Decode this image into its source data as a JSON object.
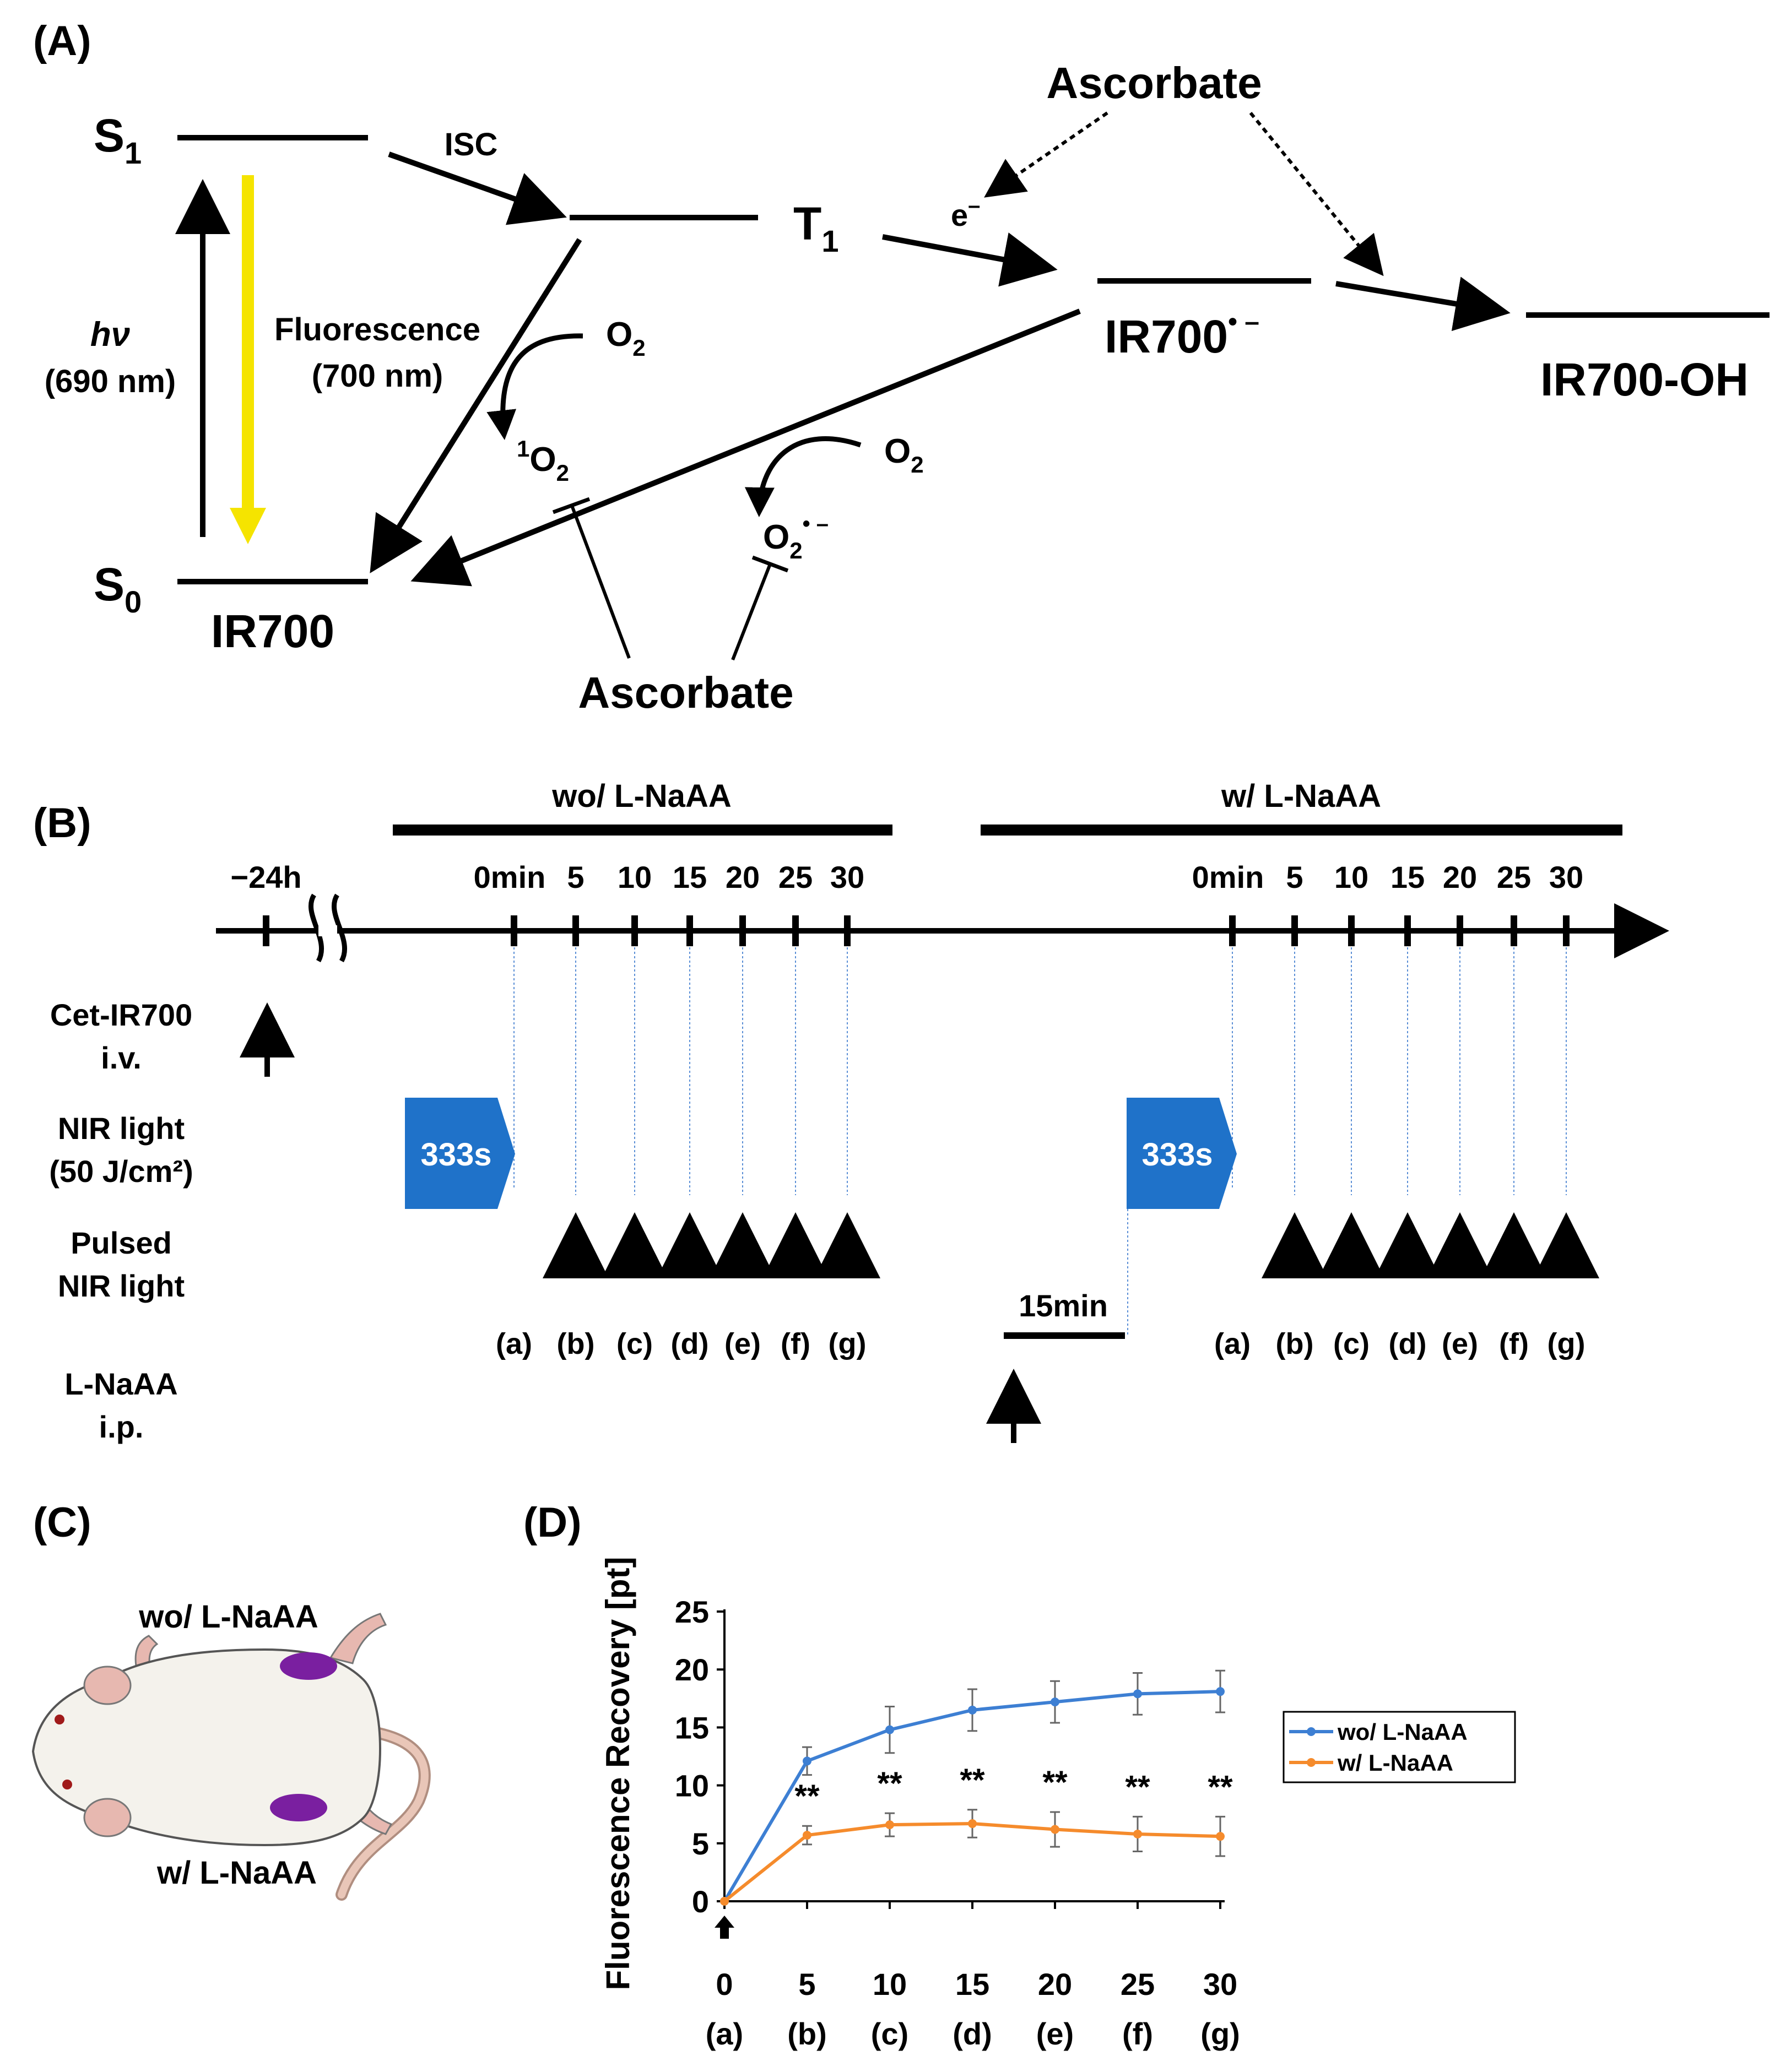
{
  "panels": {
    "a": "(A)",
    "b": "(B)",
    "c": "(C)",
    "d": "(D)"
  },
  "jablonski": {
    "s1": "S",
    "s1_sub": "1",
    "s0": "S",
    "s0_sub": "0",
    "t1": "T",
    "t1_sub": "1",
    "isc": "ISC",
    "hv": "hν",
    "excitation_wavelength": "(690 nm)",
    "fluorescence": "Fluorescence",
    "fluorescence_wavelength": "(700 nm)",
    "ground_state": "IR700",
    "radical_anion": "IR700",
    "radical_mark": "• –",
    "product": "IR700-OH",
    "ascorbate_top": "Ascorbate",
    "ascorbate_bottom": "Ascorbate",
    "electron": "e",
    "electron_sup": "–",
    "o2": "O",
    "o2_sub": "2",
    "singlet_sup": "1",
    "superoxide_sup": "• –",
    "colors": {
      "fluorescence_arrow": "#f5e400",
      "line": "#000000"
    }
  },
  "timeline": {
    "group_without": "wo/ L-NaAA",
    "group_with": "w/ L-NaAA",
    "minus24h": "−24h",
    "ticks_without": [
      "0min",
      "5",
      "10",
      "15",
      "20",
      "25",
      "30"
    ],
    "ticks_with": [
      "0min",
      "5",
      "10",
      "15",
      "20",
      "25",
      "30"
    ],
    "letters_without": [
      "(a)",
      "(b)",
      "(c)",
      "(d)",
      "(e)",
      "(f)",
      "(g)"
    ],
    "letters_with": [
      "(a)",
      "(b)",
      "(c)",
      "(d)",
      "(e)",
      "(f)",
      "(g)"
    ],
    "row_cet": [
      "Cet-IR700",
      "i.v."
    ],
    "row_nir": [
      "NIR light",
      "(50 J/cm²)"
    ],
    "row_pulsed": [
      "Pulsed",
      "NIR light"
    ],
    "row_lnaaa": [
      "L-NaAA",
      "i.p."
    ],
    "irradiation": "333s",
    "wait": "15min",
    "colors": {
      "irradiation_box": "#1f72c9",
      "guide_line": "#5b8fd6"
    }
  },
  "mouse": {
    "label_top": "wo/ L-NaAA",
    "label_bottom": "w/ L-NaAA",
    "colors": {
      "tumor": "#7a1fa0",
      "body": "#f4f2ec",
      "ear": "#e7b8b0"
    }
  },
  "chart_data": {
    "type": "line",
    "x": [
      0,
      5,
      10,
      15,
      20,
      25,
      30
    ],
    "categories": [
      "0",
      "5",
      "10",
      "15",
      "20",
      "25",
      "30"
    ],
    "subcategories": [
      "(a)",
      "(b)",
      "(c)",
      "(d)",
      "(e)",
      "(f)",
      "(g)"
    ],
    "ylabel": "Fluorescence Recovery [pt]",
    "xlabel": "",
    "ylim": [
      0,
      25
    ],
    "yticks": [
      "0",
      "5",
      "10",
      "15",
      "20",
      "25"
    ],
    "grid": false,
    "legend": "right",
    "series": [
      {
        "name": "wo/ L-NaAA",
        "color": "#3d7fd3",
        "values": [
          0,
          12.1,
          14.8,
          16.5,
          17.2,
          17.9,
          18.1
        ],
        "errors": [
          0,
          1.2,
          2.0,
          1.8,
          1.8,
          1.8,
          1.8
        ]
      },
      {
        "name": "w/ L-NaAA",
        "color": "#f58b2c",
        "values": [
          0,
          5.7,
          6.6,
          6.7,
          6.2,
          5.8,
          5.6
        ],
        "errors": [
          0,
          0.8,
          1.0,
          1.2,
          1.5,
          1.5,
          1.7
        ]
      }
    ],
    "significance": [
      "",
      "**",
      "**",
      "**",
      "**",
      "**",
      "**"
    ]
  }
}
